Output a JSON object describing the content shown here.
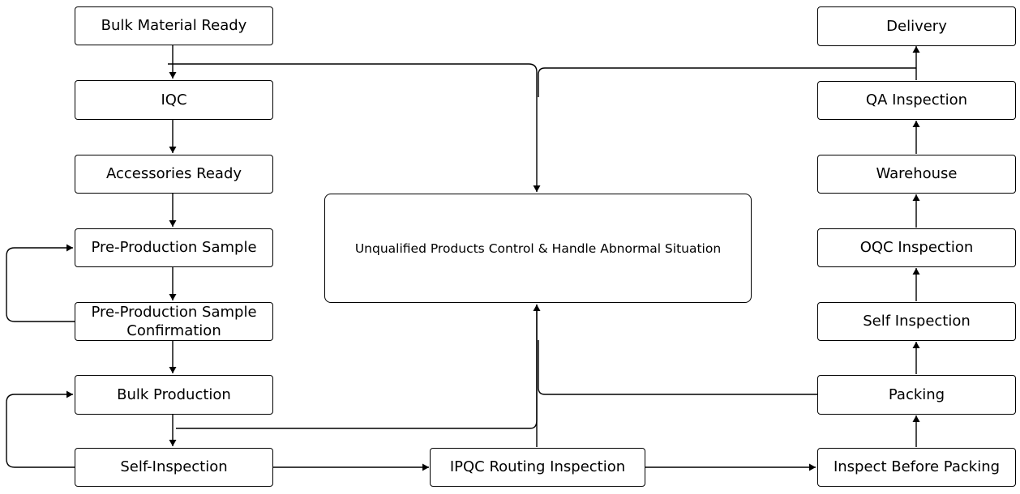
{
  "nodes": {
    "bulk_material_ready": "Bulk Material Ready",
    "iqc": "IQC",
    "accessories_ready": "Accessories Ready",
    "pre_production_sample": "Pre-Production Sample",
    "pre_production_sample_confirmation_line1": "Pre-Production Sample",
    "pre_production_sample_confirmation_line2": "Confirmation",
    "bulk_production": "Bulk Production",
    "self_inspection_left": "Self-Inspection",
    "ipqc_routing_inspection": "IPQC Routing Inspection",
    "inspect_before_packing": "Inspect Before Packing",
    "packing": "Packing",
    "self_inspection_right": "Self Inspection",
    "oqc_inspection": "OQC Inspection",
    "warehouse": "Warehouse",
    "qa_inspection": "QA Inspection",
    "delivery": "Delivery",
    "unqualified_control": "Unqualified Products Control & Handle Abnormal Situation"
  }
}
